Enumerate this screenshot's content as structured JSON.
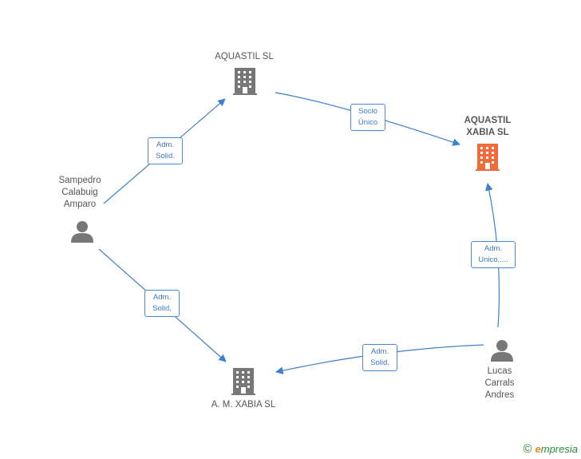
{
  "nodes": {
    "aquastil_sl": {
      "label": "AQUASTIL  SL",
      "icon": "building-icon",
      "color": "#777777"
    },
    "aquastil_xabia_sl": {
      "label": "AQUASTIL\nXABIA  SL",
      "icon": "building-icon",
      "color": "#f06a3a"
    },
    "sampedro": {
      "label": "Sampedro\nCalabuig\nAmparo",
      "icon": "person-icon",
      "color": "#777777"
    },
    "am_xabia_sl": {
      "label": "A.  M. XABIA SL",
      "icon": "building-icon",
      "color": "#777777"
    },
    "lucas": {
      "label": "Lucas\nCarrals\nAndres",
      "icon": "person-icon",
      "color": "#777777"
    }
  },
  "edges": {
    "sampedro_to_aquastil": {
      "label": "Adm.\nSolid."
    },
    "aquastil_to_xabia": {
      "label": "Socio\nÚnico"
    },
    "sampedro_to_am": {
      "label": "Adm.\nSolid."
    },
    "lucas_to_xabia": {
      "label": "Adm.\nUnico,...."
    },
    "lucas_to_am": {
      "label": "Adm.\nSolid."
    }
  },
  "colors": {
    "edge": "#3a7fd0",
    "accent": "#f06a3a",
    "icon_gray": "#777777"
  },
  "footer": {
    "copyright": "©",
    "brand_first": "e",
    "brand_rest": "mpresia"
  }
}
